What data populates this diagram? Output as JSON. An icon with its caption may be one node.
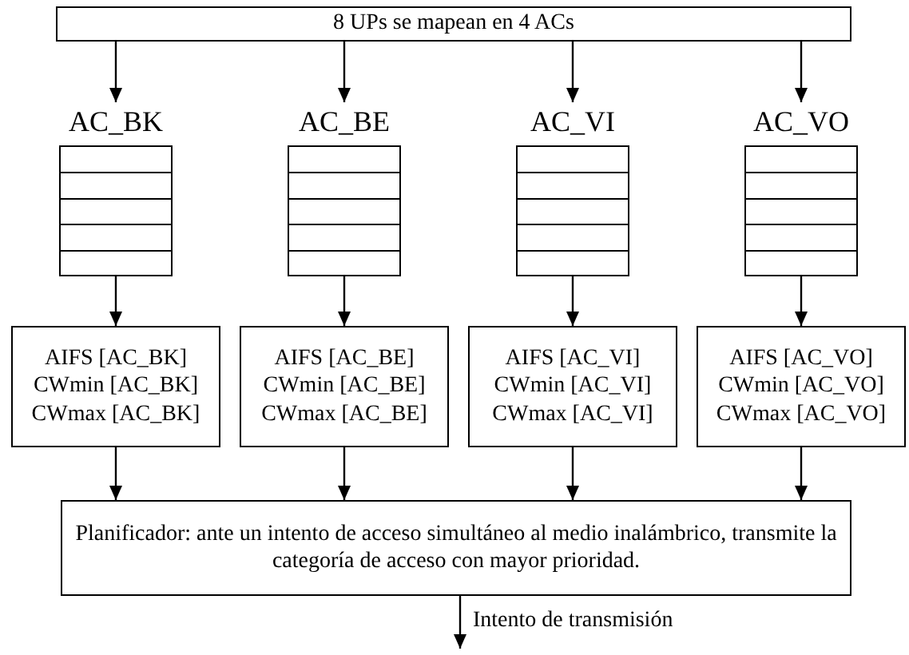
{
  "diagram": {
    "nodes": [
      {
        "text": [
          "8 UPs se mapean en 4 ACs"
        ]
      },
      {
        "text": [
          "AC_BK"
        ]
      },
      {
        "text": [
          "AC_BE"
        ]
      },
      {
        "text": [
          "AC_VI"
        ]
      },
      {
        "text": [
          "AC_VO"
        ]
      },
      {
        "text": [
          "AIFS [AC_BK]",
          "CWmin [AC_BK]",
          "CWmax [AC_BK]"
        ]
      },
      {
        "text": [
          "AIFS [AC_BE]",
          "CWmin [AC_BE]",
          "CWmax [AC_BE]"
        ]
      },
      {
        "text": [
          "AIFS [AC_VI]",
          "CWmin [AC_VI]",
          "CWmax [AC_VI]"
        ]
      },
      {
        "text": [
          "AIFS [AC_VO]",
          "CWmin [AC_VO]",
          "CWmax [AC_VO]"
        ]
      },
      {
        "text": [
          "Planificador: ante un intento de acceso simultáneo al medio inalámbrico, transmite la categoría de acceso con mayor prioridad."
        ]
      }
    ],
    "edges": [
      {
        "from": 0,
        "to": 1,
        "arrow": "to"
      },
      {
        "from": 0,
        "to": 2,
        "arrow": "to"
      },
      {
        "from": 0,
        "to": 3,
        "arrow": "to"
      },
      {
        "from": 0,
        "to": 4,
        "arrow": "to"
      },
      {
        "from": 1,
        "to": 5,
        "arrow": "to"
      },
      {
        "from": 2,
        "to": 6,
        "arrow": "to"
      },
      {
        "from": 3,
        "to": 7,
        "arrow": "to"
      },
      {
        "from": 4,
        "to": 8,
        "arrow": "to"
      },
      {
        "from": 5,
        "to": 9,
        "arrow": "to"
      },
      {
        "from": 6,
        "to": 9,
        "arrow": "to"
      },
      {
        "from": 7,
        "to": 9,
        "arrow": "to"
      },
      {
        "from": 8,
        "to": 9,
        "arrow": "to"
      },
      {
        "from": 9,
        "to": null,
        "arrow": "to",
        "label": "Intento de transmisión"
      }
    ]
  }
}
